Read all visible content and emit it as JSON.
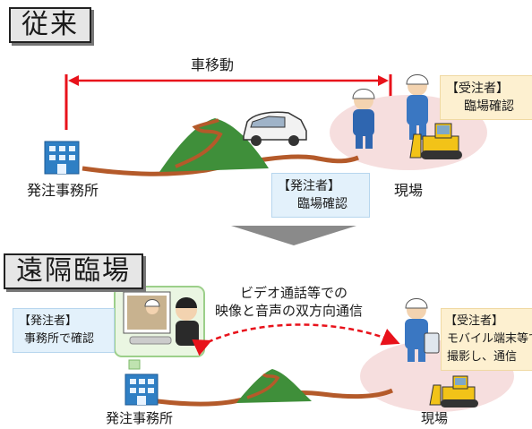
{
  "top": {
    "title": "従来",
    "move_label": "車移動",
    "office_label": "発注事務所",
    "site_label": "現場",
    "contractor_box": {
      "role": "【受注者】",
      "action": "臨場確認"
    },
    "client_box": {
      "role": "【発注者】",
      "action": "臨場確認"
    }
  },
  "bottom": {
    "title": "遠隔臨場",
    "comm_line1": "ビデオ通話等での",
    "comm_line2": "映像と音声の双方向通信",
    "office_label": "発注事務所",
    "site_label": "現場",
    "client_box": {
      "role": "【発注者】",
      "action": "事務所で確認"
    },
    "contractor_box": {
      "role": "【受注者】",
      "action1": "モバイル端末等で",
      "action2": "撮影し、通信"
    }
  },
  "colors": {
    "arrow_red": "#e8121b",
    "road_brown": "#b45a2a",
    "mountain_green": "#3f8f3a",
    "site_pink": "#f6dede",
    "building_blue": "#2f7fc4"
  },
  "icons": [
    "building-icon",
    "mountain-icon",
    "car-icon",
    "worker-icon",
    "bulldozer-icon",
    "computer-monitor-icon",
    "tablet-icon",
    "down-arrow-icon"
  ]
}
